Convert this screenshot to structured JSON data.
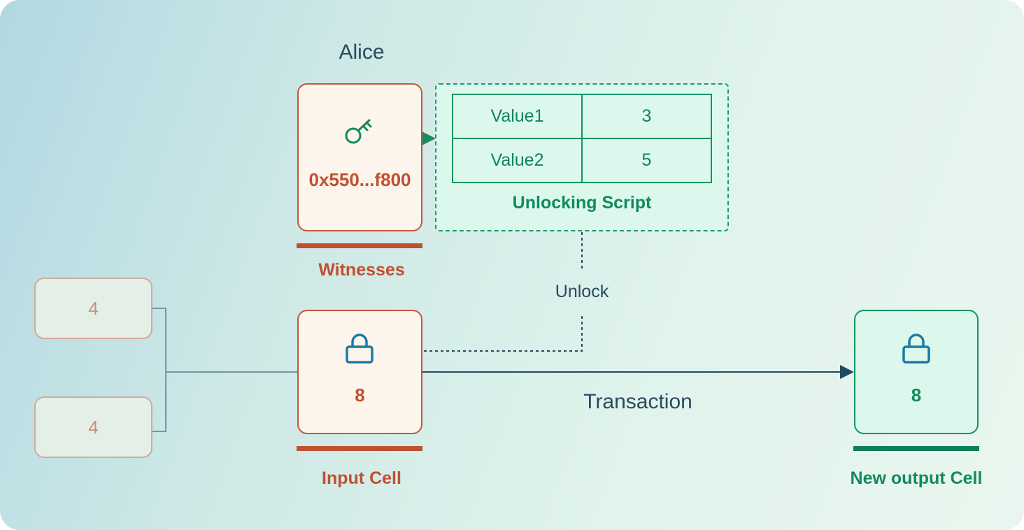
{
  "alice_label": "Alice",
  "witness": {
    "address": "0x550...f800",
    "title": "Witnesses"
  },
  "unlocking_script": {
    "title": "Unlocking Script",
    "rows": [
      {
        "name": "Value1",
        "value": "3"
      },
      {
        "name": "Value2",
        "value": "5"
      }
    ]
  },
  "unlock_label": "Unlock",
  "previous_cells": [
    "4",
    "4"
  ],
  "input_cell": {
    "value": "8",
    "title": "Input Cell"
  },
  "transaction_label": "Transaction",
  "output_cell": {
    "value": "8",
    "title": "New output Cell"
  },
  "icons": {
    "key": "key-icon",
    "lock": "lock-icon"
  },
  "colors": {
    "orange": "#c0502f",
    "green": "#118a5e",
    "lock_blue": "#1b7aa6",
    "text_dark": "#2b4a5e"
  }
}
